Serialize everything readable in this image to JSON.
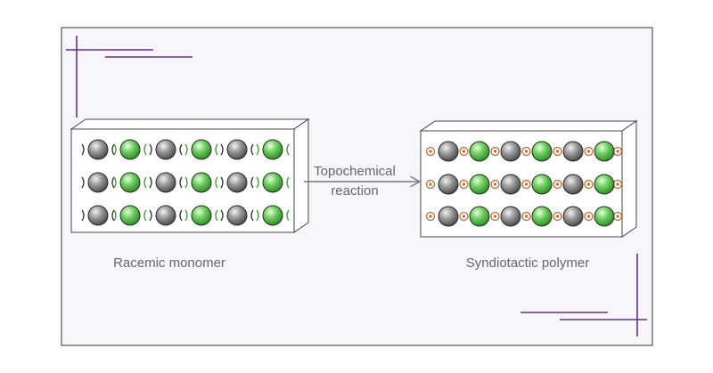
{
  "labels": {
    "left_caption": "Racemic monomer",
    "right_caption": "Syndiotactic polymer",
    "arrow_line1": "Topochemical",
    "arrow_line2": "reaction"
  },
  "colors": {
    "background": "#f7f7fb",
    "frame": "#555555",
    "accent_lines": "#6a2c8e",
    "gray_sphere": "#8a8a8a",
    "green_sphere": "#6fcf5f",
    "left_linker": "#444444",
    "right_linker": "#c06a30",
    "text": "#666666",
    "arrow": "#777777"
  },
  "monomer_panel": {
    "rows": 3,
    "pattern": [
      "gray",
      "green",
      "gray",
      "green",
      "gray",
      "green"
    ],
    "linker": "bracket"
  },
  "polymer_panel": {
    "rows": 3,
    "pattern": [
      "gray",
      "green",
      "gray",
      "green",
      "gray",
      "green"
    ],
    "linker": "ring"
  }
}
